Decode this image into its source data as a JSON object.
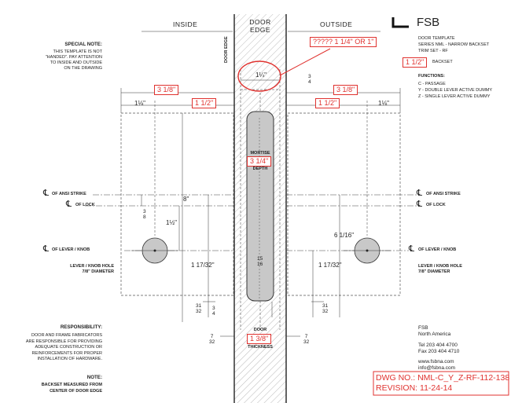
{
  "headers": {
    "inside": "INSIDE",
    "door_edge": "DOOR\nEDGE",
    "outside": "OUTSIDE"
  },
  "brand": {
    "name": "FSB"
  },
  "door_edge_vertical": "DOOR EDGE",
  "special_note": {
    "title": "SPECIAL NOTE:",
    "body": "THIS TEMPLATE IS NOT\n\"HANDED\". PAY ATTENTION\nTO INSIDE AND OUTSIDE\nON THE DRAWING"
  },
  "template_info": {
    "line1": "DOOR TEMPLATE",
    "line2": "SERIES NML - NARROW BACKSET",
    "line3": "TRIM SET - RF",
    "backset_label": "BACKSET"
  },
  "functions": {
    "title": "FUNCTIONS:",
    "items": "C - PASSAGE\nY - DOUBLE LEVER ACTIVE DUMMY\nZ - SINGLE LEVER ACTIVE DUMMY"
  },
  "red_notes": {
    "question": "????? 1 1/4\" OR 1\"",
    "backset": "1 1/2\"",
    "left_top": "3 1/8\"",
    "left_mid": "1 1/2\"",
    "right_top": "3 1/8\"",
    "right_mid": "1 1/2\"",
    "mortise_depth": "3 1/4\"",
    "thickness": "1 3/8\"",
    "dwg_no": "DWG NO.: NML-C_Y_Z-RF-112-138",
    "revision": "REVISION: 11-24-14"
  },
  "dims": {
    "top_quarter": "1¼\"",
    "three_quarter": "3\n4",
    "one_eighth_l": "1⅛\"",
    "one_eighth_r": "1⅛\"",
    "eight": "8\"",
    "three_eighths": "3\n8",
    "one_half": "1½\"",
    "six_sixteenth": "6 1/16\"",
    "fifteen_sixteenths": "15\n16",
    "seventeen_32_l": "1 17/32\"",
    "seventeen_32_r": "1 17/32\"",
    "thirtyone_32_l": "31\n32",
    "thirtyone_32_r": "31\n32",
    "three_quarter_low": "3\n4",
    "seven_32_l": "7\n32",
    "seven_32_r": "7\n32"
  },
  "mortise": {
    "label": "MORTISE",
    "depth": "DEPTH"
  },
  "door_thickness": {
    "top": "DOOR",
    "bottom": "THICKNESS"
  },
  "centerlines": {
    "ansi_left": "OF ANSI STRIKE",
    "lock_left": "OF LOCK",
    "lever_left": "OF LEVER / KNOB",
    "ansi_right": "OF ANSI STRIKE",
    "lock_right": "OF LOCK",
    "lever_right": "OF LEVER / KNOB",
    "cl_symbol": "℄"
  },
  "lever_hole": {
    "left": "LEVER / KNOB HOLE\n7/8\" DIAMETER",
    "right": "LEVER / KNOB HOLE\n7/8\" DIAMETER"
  },
  "responsibility": {
    "title": "RESPONSIBILITY:",
    "body": "DOOR AND FRAME FABRICATORS\nARE RESPONSIBLE FOR PROVIDING\nADEQUATE CONSTRUCTION OR\nREINFORCEMENTS FOR PROPER\nINSTALLATION OF HARDWARE."
  },
  "note": {
    "title": "NOTE:",
    "body": "BACKSET MEASURED FROM\nCENTER OF DOOR EDGE"
  },
  "contact": {
    "name": "FSB\nNorth America",
    "phone": "Tel 203 404 4700\nFax 203 404 4710",
    "web": "www.fsbna.com\ninfo@fsbna.com"
  }
}
